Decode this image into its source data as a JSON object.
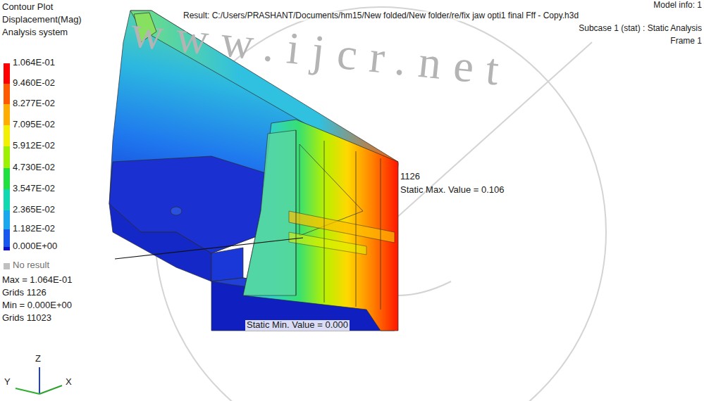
{
  "diagram": {
    "title": "Contour Plot",
    "labels": [
      "Displacement(Mag)",
      "Analysis system",
      "Max = 1.064E-01",
      "Grids 1126",
      "Min = 0.000E+00",
      "Grids 11023",
      "Model info: 1",
      "Result: C:/Users/PRASHANT/Documents/hm15/New folded/New folder/re/fix jaw opti1 final Fff - Copy.h3d",
      "Subcase 1 (stat) : Static Analysis",
      "Frame 1",
      "1126",
      "Static Max. Value = 0.106",
      "Static Min. Value = 0.000",
      "Z",
      "Y",
      "X",
      "www.ijcr.net"
    ],
    "legend": [
      {
        "text": "1.064E-01",
        "color": "#ff0000"
      },
      {
        "text": "9.460E-02",
        "color": "#ff5a00"
      },
      {
        "text": "8.277E-02",
        "color": "#ffae00"
      },
      {
        "text": "7.095E-02",
        "color": "#f0f000"
      },
      {
        "text": "5.912E-02",
        "color": "#9cf000"
      },
      {
        "text": "4.730E-02",
        "color": "#20e040"
      },
      {
        "text": "3.547E-02",
        "color": "#10d8b0"
      },
      {
        "text": "2.365E-02",
        "color": "#18a8f0"
      },
      {
        "text": "1.182E-02",
        "color": "#1858f0"
      },
      {
        "text": "0.000E+00",
        "color": "#1010c8"
      },
      {
        "text": "No result",
        "color": "#c0c0c0"
      }
    ]
  }
}
